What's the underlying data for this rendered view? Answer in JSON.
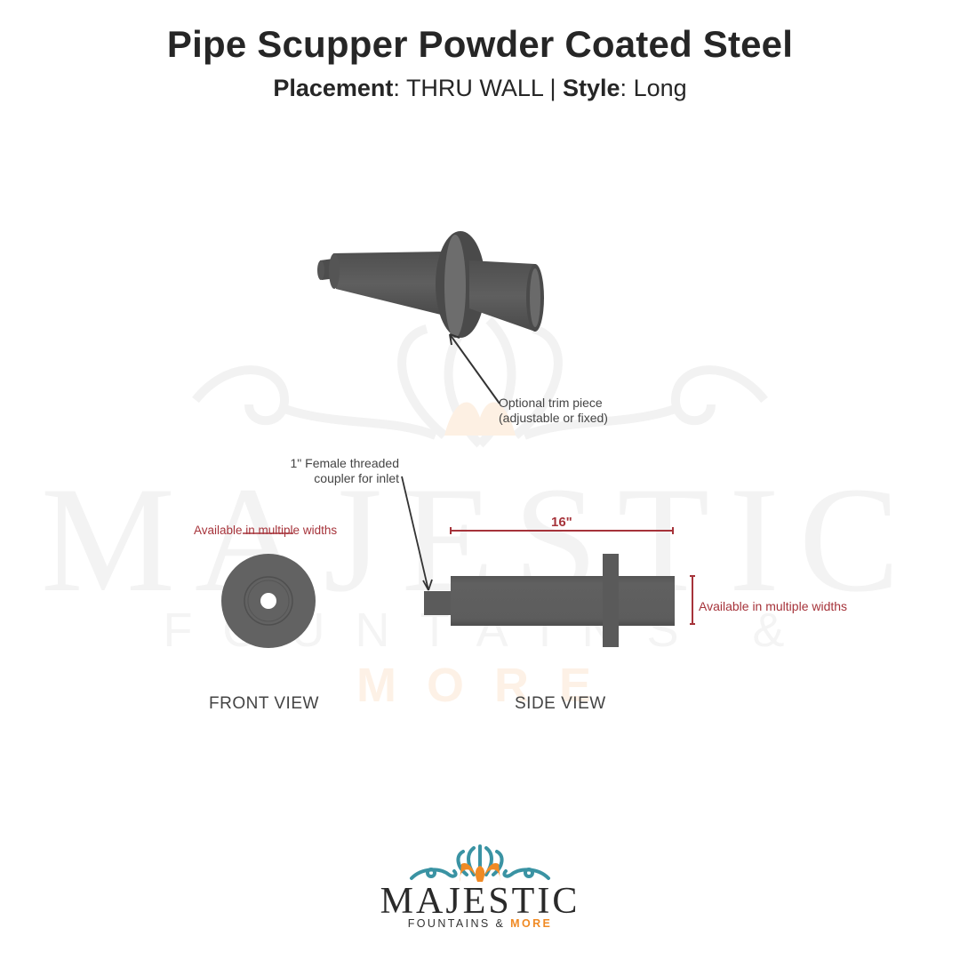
{
  "header": {
    "title": "Pipe Scupper Powder Coated Steel",
    "placement_label": "Placement",
    "placement_value": "THRU WALL",
    "separator": "|",
    "style_label": "Style",
    "style_value": "Long"
  },
  "watermark": {
    "brand": "MAJESTIC",
    "tagline_main": "FOUNTAINS &",
    "tagline_more": "MORE"
  },
  "diagram": {
    "iso_callout": {
      "line1": "Optional trim piece",
      "line2": "(adjustable or fixed)"
    },
    "coupler_callout": {
      "line1": "1\" Female threaded",
      "line2": "coupler for inlet"
    },
    "front_width_note": "Available in multiple widths",
    "length_dimension": "16\"",
    "side_width_note": "Available in multiple widths",
    "front_view_label": "FRONT VIEW",
    "side_view_label": "SIDE VIEW",
    "colors": {
      "pipe": "#5e5e5e",
      "dimension": "#a6333a"
    }
  },
  "logo": {
    "word": "MAJESTIC",
    "sub_main": "FOUNTAINS &",
    "sub_more": "MORE",
    "colors": {
      "teal": "#3a93a3",
      "orange": "#f08a24",
      "text": "#2a2a2a"
    }
  }
}
